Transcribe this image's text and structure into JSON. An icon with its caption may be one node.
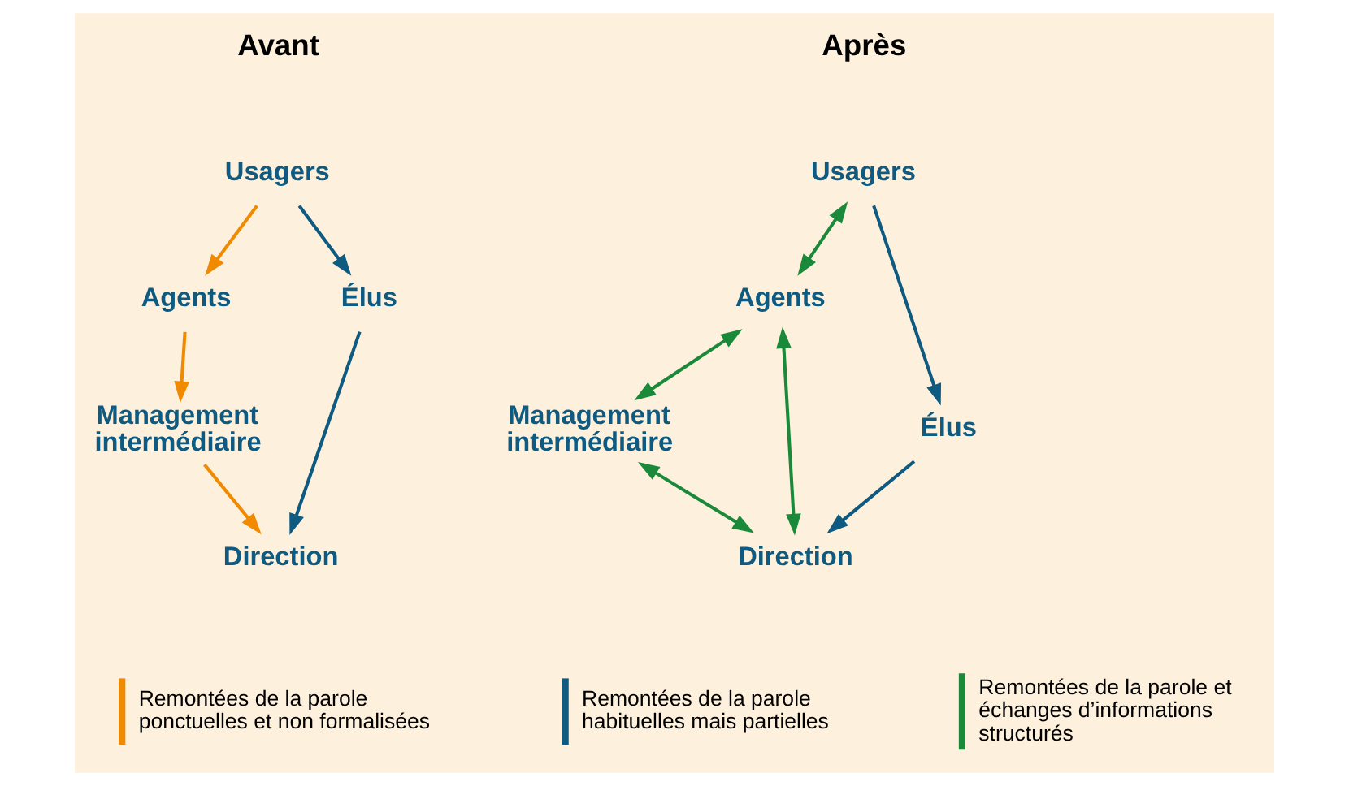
{
  "diagram": {
    "nodes": [
      {
        "text": [
          "Usagers"
        ]
      },
      {
        "text": [
          "Agents"
        ]
      },
      {
        "text": [
          "Élus"
        ]
      },
      {
        "text": [
          "Management intermédiaire"
        ]
      },
      {
        "text": [
          "Direction"
        ]
      },
      {
        "text": [
          "Usagers"
        ]
      },
      {
        "text": [
          "Agents"
        ]
      },
      {
        "text": [
          "Élus"
        ]
      },
      {
        "text": [
          "Management intermédiaire"
        ]
      },
      {
        "text": [
          "Direction"
        ]
      }
    ],
    "edges": [
      {
        "from": 0,
        "to": 1,
        "arrow": "to",
        "color": "#f08a00"
      },
      {
        "from": 0,
        "to": 2,
        "arrow": "to",
        "color": "#0e5a80"
      },
      {
        "from": 1,
        "to": 3,
        "arrow": "to",
        "color": "#f08a00"
      },
      {
        "from": 2,
        "to": 4,
        "arrow": "to",
        "color": "#0e5a80"
      },
      {
        "from": 3,
        "to": 4,
        "arrow": "to",
        "color": "#f08a00"
      },
      {
        "from": 5,
        "to": 6,
        "arrow": "both",
        "color": "#1a8a3a"
      },
      {
        "from": 5,
        "to": 7,
        "arrow": "to",
        "color": "#0e5a80"
      },
      {
        "from": 6,
        "to": 8,
        "arrow": "both",
        "color": "#1a8a3a"
      },
      {
        "from": 9,
        "to": 6,
        "arrow": "both",
        "color": "#1a8a3a"
      },
      {
        "from": 7,
        "to": 9,
        "arrow": "to",
        "color": "#0e5a80"
      },
      {
        "from": 8,
        "to": 9,
        "arrow": "both",
        "color": "#1a8a3a"
      }
    ],
    "labels": [
      "Avant",
      "Après"
    ],
    "legend": [
      {
        "text": "Remontées de la parole ponctuelles et non formalisées",
        "color": "#f08a00"
      },
      {
        "text": "Remontées de la parole habituelles mais partielles",
        "color": "#0e5a80"
      },
      {
        "text": "Remontées de la parole et échanges d’informations structurés",
        "color": "#1a8a3a"
      }
    ]
  }
}
